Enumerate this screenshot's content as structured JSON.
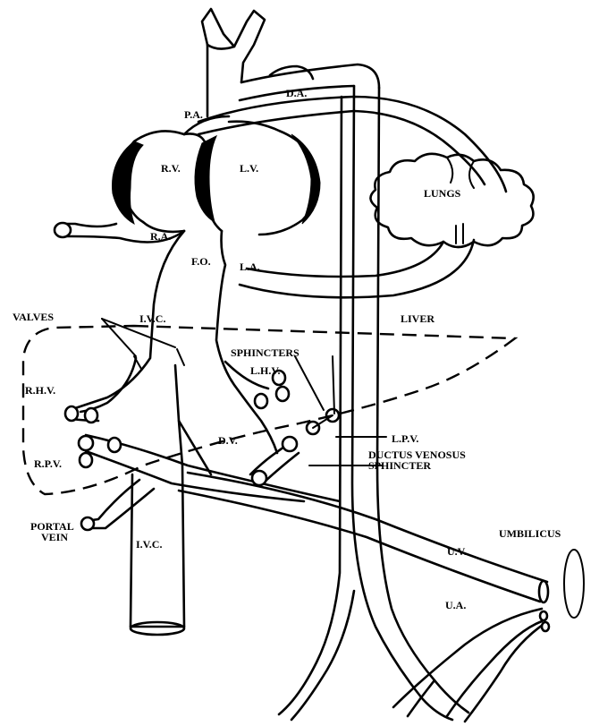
{
  "labels": {
    "da": "D.A.",
    "pa": "P.A.",
    "rv": "R.V.",
    "lv": "L.V.",
    "lungs": "LUNGS",
    "ra": "R.A.",
    "fo": "F.O.",
    "la": "L.A.",
    "valves": "VALVES",
    "ivc_top": "I.V.C.",
    "liver": "LIVER",
    "sphincters": "SPHINCTERS",
    "rhv": "R.H.V.",
    "lhv": "L.H.V.",
    "dv": "D.V.",
    "lpv": "L.P.V.",
    "ductus_venosus": "DUCTUS VENOSUS",
    "sphincter": "SPHINCTER",
    "rpv": "R.P.V.",
    "portal_line1": "PORTAL",
    "portal_line2": "VEIN",
    "ivc_bottom": "I.V.C.",
    "umbilicus": "UMBILICUS",
    "uv": "U.V.",
    "ua": "U.A."
  }
}
